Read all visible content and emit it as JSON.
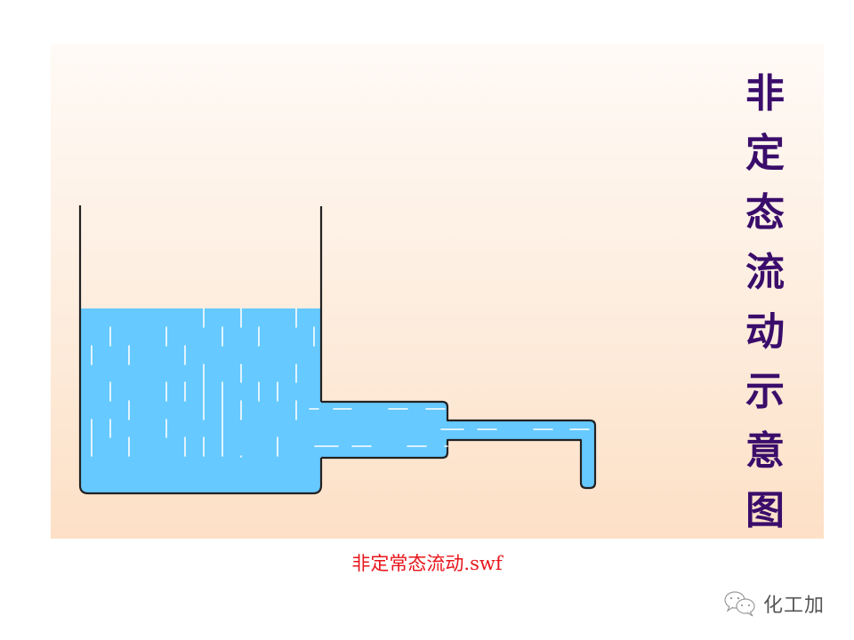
{
  "diagram": {
    "title_vertical": [
      "非",
      "定",
      "态",
      "流",
      "动",
      "示",
      "意",
      "图"
    ],
    "caption": "非定常态流动.swf",
    "colors": {
      "water": "#66c9ff",
      "outline": "#222222",
      "title": "#3a0d6b",
      "caption": "#e8141a",
      "background_top": "#fffaf6",
      "background_bottom": "#fde0c6"
    },
    "components": {
      "tank": "open tank with water",
      "outlet_pipe_large": "wide outlet pipe",
      "outlet_pipe_small": "narrow outlet pipe turning downward"
    }
  },
  "watermark": {
    "icon": "wechat-icon",
    "text": "化工加"
  }
}
